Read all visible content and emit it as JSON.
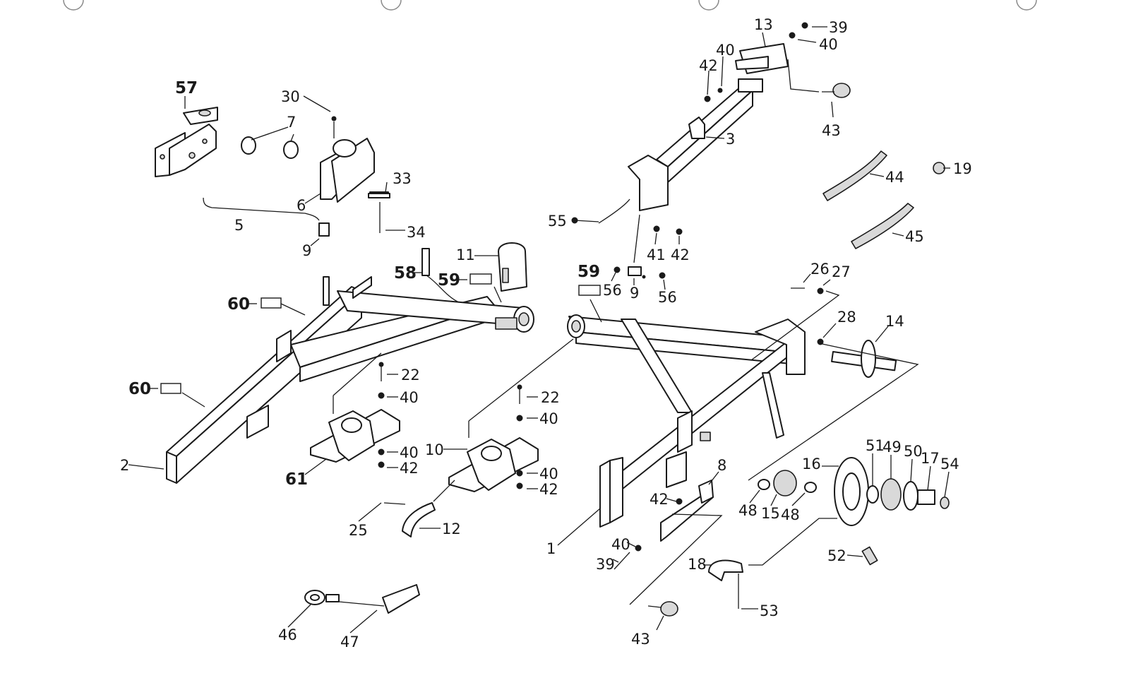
{
  "diagram": {
    "part_numbers": [
      "1",
      "2",
      "3",
      "5",
      "6",
      "7",
      "8",
      "9",
      "9",
      "10",
      "11",
      "12",
      "13",
      "14",
      "15",
      "16",
      "17",
      "18",
      "19",
      "22",
      "22",
      "25",
      "26",
      "27",
      "28",
      "30",
      "33",
      "34",
      "39",
      "39",
      "40",
      "40",
      "40",
      "40",
      "40",
      "40",
      "40",
      "41",
      "42",
      "42",
      "42",
      "42",
      "42",
      "43",
      "43",
      "44",
      "45",
      "46",
      "47",
      "48",
      "48",
      "49",
      "50",
      "51",
      "52",
      "53",
      "54",
      "55",
      "56",
      "56",
      "57",
      "58",
      "59",
      "59",
      "60",
      "60",
      "61"
    ]
  }
}
